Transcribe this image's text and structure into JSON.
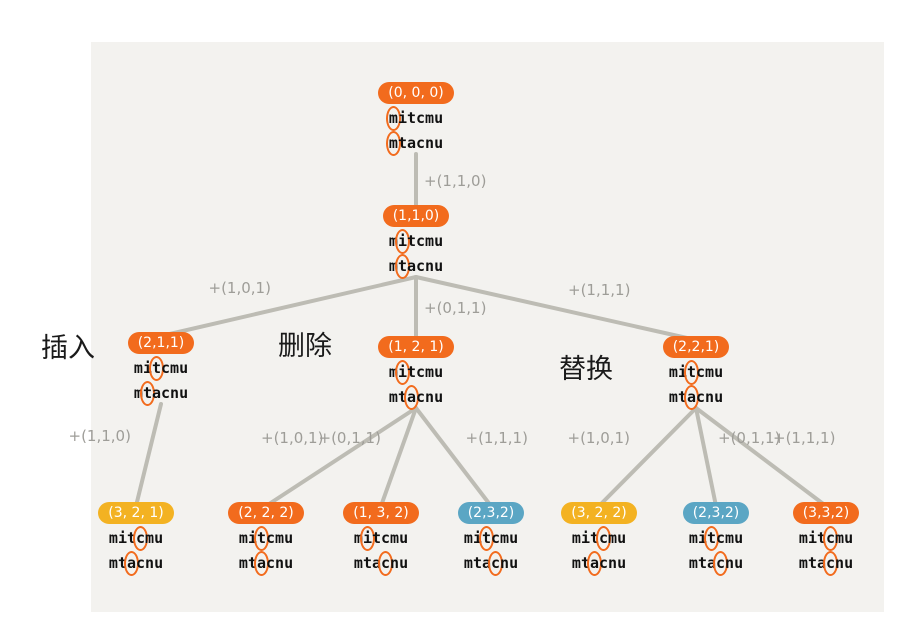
{
  "colors": {
    "orange": "#f26b1d",
    "yellow": "#f3b222",
    "blue": "#5ba6c4",
    "line": "#bdbcb4",
    "label": "#9e9d98"
  },
  "operations": {
    "insert": "插入",
    "delete": "删除",
    "replace": "替换"
  },
  "nodes": [
    {
      "id": "root",
      "state": "(0, 0, 0)",
      "color": "orange",
      "s1": [
        "m",
        "i",
        "t",
        "c",
        "m",
        "u"
      ],
      "s2": [
        "m",
        "t",
        "a",
        "c",
        "n",
        "u"
      ],
      "h1": 0,
      "h2": 0
    },
    {
      "id": "n110",
      "state": "(1,1,0)",
      "color": "orange",
      "s1": [
        "m",
        "i",
        "t",
        "c",
        "m",
        "u"
      ],
      "s2": [
        "m",
        "t",
        "a",
        "c",
        "n",
        "u"
      ],
      "h1": 1,
      "h2": 1
    },
    {
      "id": "n211",
      "state": "(2,1,1)",
      "color": "orange",
      "s1": [
        "m",
        "i",
        "t",
        "c",
        "m",
        "u"
      ],
      "s2": [
        "m",
        "t",
        "a",
        "c",
        "n",
        "u"
      ],
      "h1": 2,
      "h2": 1
    },
    {
      "id": "n121",
      "state": "(1, 2, 1)",
      "color": "orange",
      "s1": [
        "m",
        "i",
        "t",
        "c",
        "m",
        "u"
      ],
      "s2": [
        "m",
        "t",
        "a",
        "c",
        "n",
        "u"
      ],
      "h1": 1,
      "h2": 2
    },
    {
      "id": "n221",
      "state": "(2,2,1)",
      "color": "orange",
      "s1": [
        "m",
        "i",
        "t",
        "c",
        "m",
        "u"
      ],
      "s2": [
        "m",
        "t",
        "a",
        "c",
        "n",
        "u"
      ],
      "h1": 2,
      "h2": 2
    },
    {
      "id": "l1",
      "state": "(3, 2, 1)",
      "color": "yellow",
      "s1": [
        "m",
        "i",
        "t",
        "c",
        "m",
        "u"
      ],
      "s2": [
        "m",
        "t",
        "a",
        "c",
        "n",
        "u"
      ],
      "h1": 3,
      "h2": 2
    },
    {
      "id": "l2",
      "state": "(2, 2, 2)",
      "color": "orange",
      "s1": [
        "m",
        "i",
        "t",
        "c",
        "m",
        "u"
      ],
      "s2": [
        "m",
        "t",
        "a",
        "c",
        "n",
        "u"
      ],
      "h1": 2,
      "h2": 2
    },
    {
      "id": "l3",
      "state": "(1, 3, 2)",
      "color": "orange",
      "s1": [
        "m",
        "i",
        "t",
        "c",
        "m",
        "u"
      ],
      "s2": [
        "m",
        "t",
        "a",
        "c",
        "n",
        "u"
      ],
      "h1": 1,
      "h2": 3
    },
    {
      "id": "l4",
      "state": "(2,3,2)",
      "color": "blue",
      "s1": [
        "m",
        "i",
        "t",
        "c",
        "m",
        "u"
      ],
      "s2": [
        "m",
        "t",
        "a",
        "c",
        "n",
        "u"
      ],
      "h1": 2,
      "h2": 3
    },
    {
      "id": "l5",
      "state": "(3, 2, 2)",
      "color": "yellow",
      "s1": [
        "m",
        "i",
        "t",
        "c",
        "m",
        "u"
      ],
      "s2": [
        "m",
        "t",
        "a",
        "c",
        "n",
        "u"
      ],
      "h1": 3,
      "h2": 2
    },
    {
      "id": "l6",
      "state": "(2,3,2)",
      "color": "blue",
      "s1": [
        "m",
        "i",
        "t",
        "c",
        "m",
        "u"
      ],
      "s2": [
        "m",
        "t",
        "a",
        "c",
        "n",
        "u"
      ],
      "h1": 2,
      "h2": 3
    },
    {
      "id": "l7",
      "state": "(3,3,2)",
      "color": "orange",
      "s1": [
        "m",
        "i",
        "t",
        "c",
        "m",
        "u"
      ],
      "s2": [
        "m",
        "t",
        "a",
        "c",
        "n",
        "u"
      ],
      "h1": 3,
      "h2": 3
    }
  ],
  "edges": [
    {
      "from": "root",
      "to": "n110",
      "label": "+(1,1,0)"
    },
    {
      "from": "n110",
      "to": "n211",
      "label": "+(1,0,1)"
    },
    {
      "from": "n110",
      "to": "n121",
      "label": "+(0,1,1)"
    },
    {
      "from": "n110",
      "to": "n221",
      "label": "+(1,1,1)"
    },
    {
      "from": "n211",
      "to": "l1",
      "label": "+(1,1,0)"
    },
    {
      "from": "n121",
      "to": "l2",
      "label": "+(1,0,1)"
    },
    {
      "from": "n121",
      "to": "l3",
      "label": "+(0,1,1)"
    },
    {
      "from": "n121",
      "to": "l4",
      "label": "+(1,1,1)"
    },
    {
      "from": "n221",
      "to": "l5",
      "label": "+(1,0,1)"
    },
    {
      "from": "n221",
      "to": "l6",
      "label": "+(0,1,1)"
    },
    {
      "from": "n221",
      "to": "l7",
      "label": "+(1,1,1)"
    }
  ]
}
